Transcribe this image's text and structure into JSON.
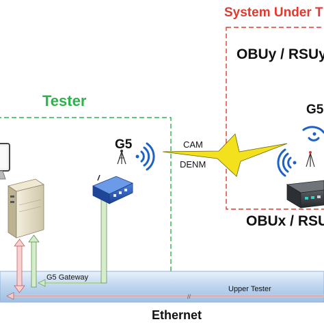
{
  "labels": {
    "system_under_test": "System Under T",
    "tester": "Tester",
    "obuy_rsuy": "OBUy / RSUy",
    "obux_rsux": "OBUx / RSUx",
    "g5_left": "G5",
    "g5_right": "G5",
    "cam": "CAM",
    "denm": "DENM",
    "g5_gateway": "G5 Gateway",
    "upper_tester": "Upper Tester",
    "ethernet": "Ethernet"
  },
  "colors": {
    "tester_border": "#2fb24b",
    "sut_border": "#e03a2f",
    "ethernet_bar": "#cfe1f3",
    "gateway_device": "#2b5fbf",
    "wireless": "#1e62c8",
    "lightning": "#f2e11c"
  },
  "icons": [
    "wireless-signal-icon",
    "antenna-icon",
    "lightning-bolt-icon",
    "server-icon",
    "monitor-icon",
    "gateway-device-icon",
    "obu-device-icon"
  ]
}
